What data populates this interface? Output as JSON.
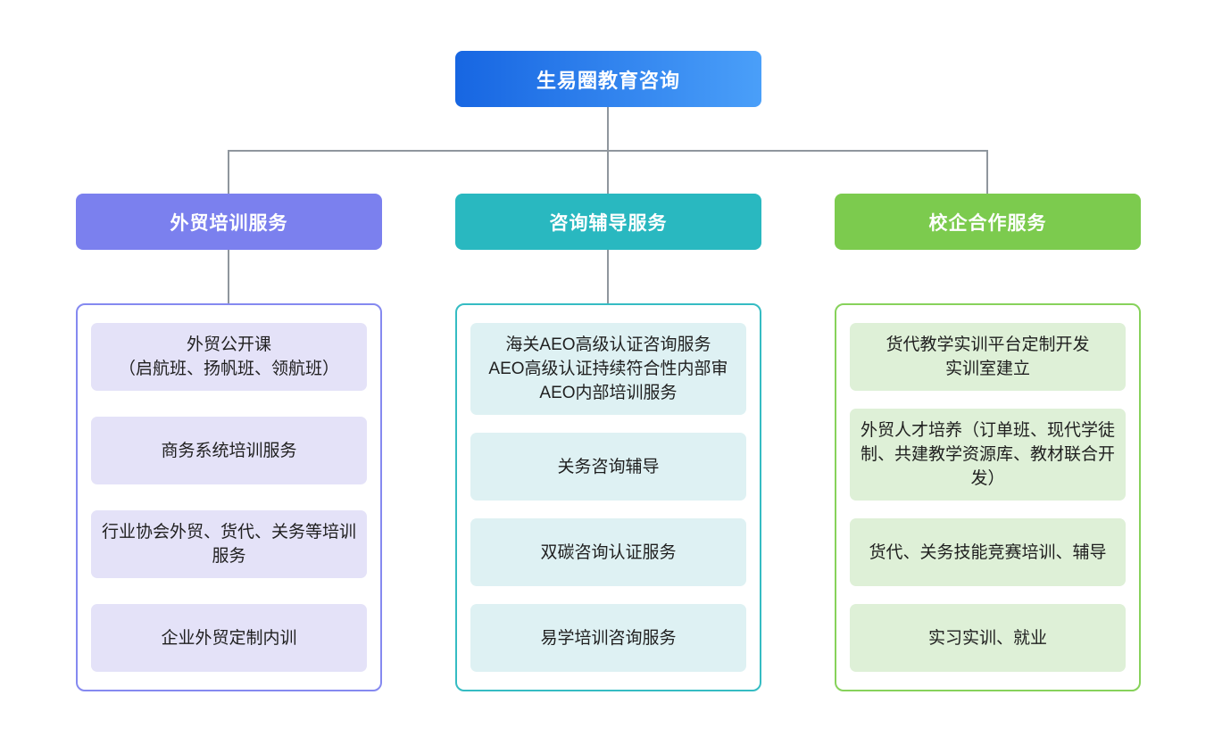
{
  "root": {
    "label": "生易圈教育咨询"
  },
  "branches": [
    {
      "label": "外贸培训服务",
      "items": [
        "外贸公开课\n（启航班、扬帆班、领航班）",
        "商务系统培训服务",
        "行业协会外贸、货代、关务等培训服务",
        "企业外贸定制内训"
      ]
    },
    {
      "label": "咨询辅导服务",
      "items": [
        "海关AEO高级认证咨询服务\nAEO高级认证持续符合性内部审\nAEO内部培训服务",
        "关务咨询辅导",
        "双碳咨询认证服务",
        "易学培训咨询服务"
      ]
    },
    {
      "label": "校企合作服务",
      "items": [
        "货代教学实训平台定制开发\n实训室建立",
        "外贸人才培养（订单班、现代学徒制、共建教学资源库、教材联合开发）",
        "货代、关务技能竞赛培训、辅导",
        "实习实训、就业"
      ]
    }
  ],
  "theme": {
    "root-grad-start": "#1766e2",
    "root-grad-end": "#4a9ff9",
    "branch1": "#7b80ee",
    "branch1-border": "#8589f0",
    "branch1-light": "#e4e2f8",
    "branch2": "#29b8c0",
    "branch2-border": "#35bcc3",
    "branch2-light": "#def1f3",
    "branch3": "#7ccb4e",
    "branch3-border": "#87d25b",
    "branch3-light": "#def0d7",
    "connector": "#8f969d",
    "item-text": "#1f1f1f"
  }
}
